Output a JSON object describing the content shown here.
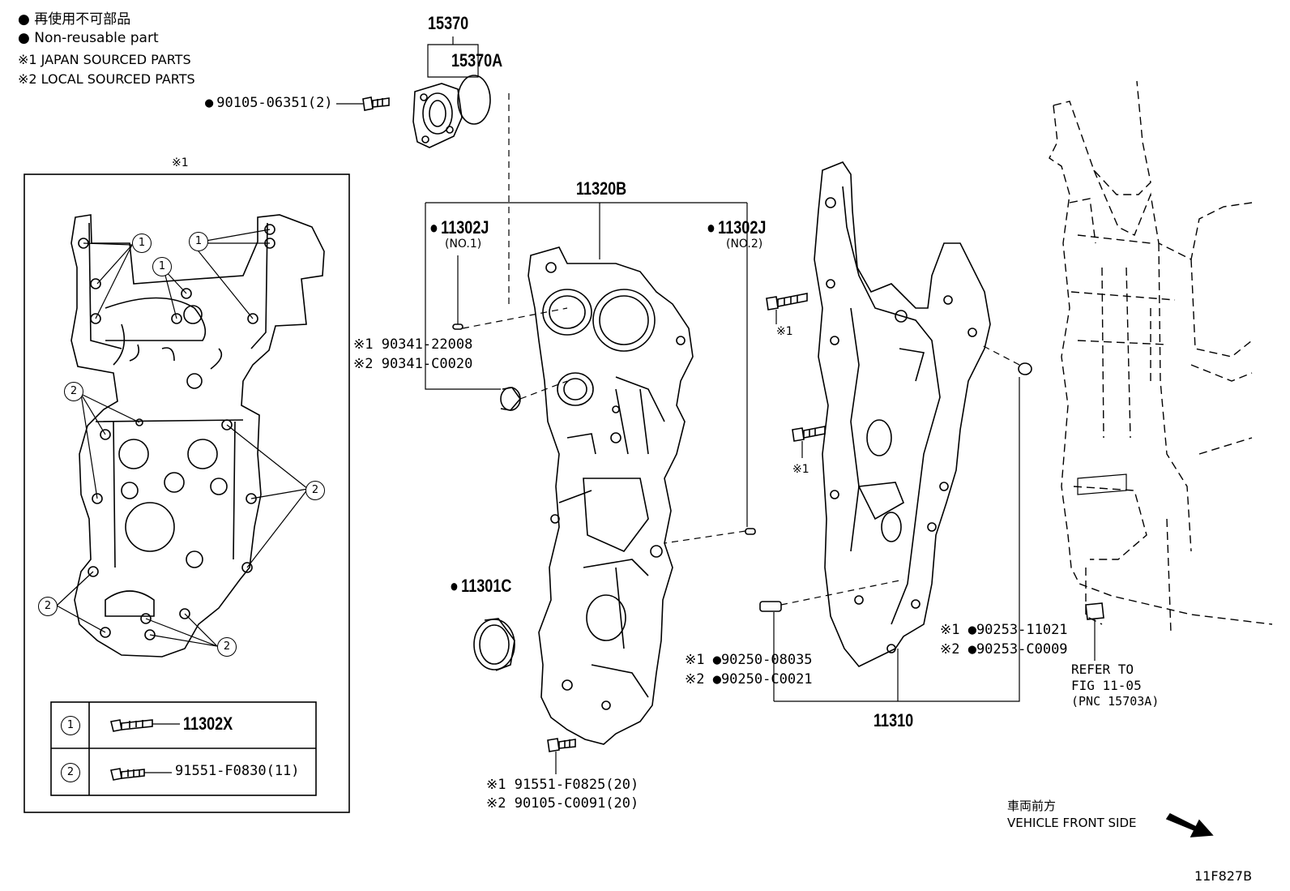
{
  "legend": {
    "line1": "● 再使用不可部品",
    "line2": "● Non-reusable part",
    "line3": "※1 JAPAN SOURCED PARTS",
    "line4": "※2 LOCAL SOURCED PARTS"
  },
  "parts": {
    "p15370": "15370",
    "p15370A": "15370A",
    "bolt_top": "90105-06351(2)",
    "p11320B": "11320B",
    "p11302J_1": "11302J",
    "p11302J_1_note": "(NO.1)",
    "p11302J_2": "11302J",
    "p11302J_2_note": "(NO.2)",
    "pin_a1": "※1 90341-22008",
    "pin_a2": "※2 90341-C0020",
    "p11301C": "11301C",
    "bolt_bottom_1": "※1 91551-F0825(20)",
    "bolt_bottom_2": "※2 90105-C0091(20)",
    "mark1_a": "※1",
    "mark1_b": "※1",
    "pin_b1": "※1 ●90250-08035",
    "pin_b2": "※2 ●90250-C0021",
    "p11310": "11310",
    "plug_1": "※1 ●90253-11021",
    "plug_2": "※2 ●90253-C0009",
    "refer_1": "REFER TO",
    "refer_2": "FIG 11-05",
    "refer_3": "(PNC 15703A)",
    "front_jp": "車両前方",
    "front_en": "VEHICLE FRONT SIDE",
    "fig_code": "11F827B"
  },
  "inset": {
    "title": "※1",
    "callout_1": "1",
    "callout_2": "2",
    "table": [
      {
        "key": "1",
        "part": "11302X"
      },
      {
        "key": "2",
        "part": "91551-F0830(11)"
      }
    ]
  }
}
